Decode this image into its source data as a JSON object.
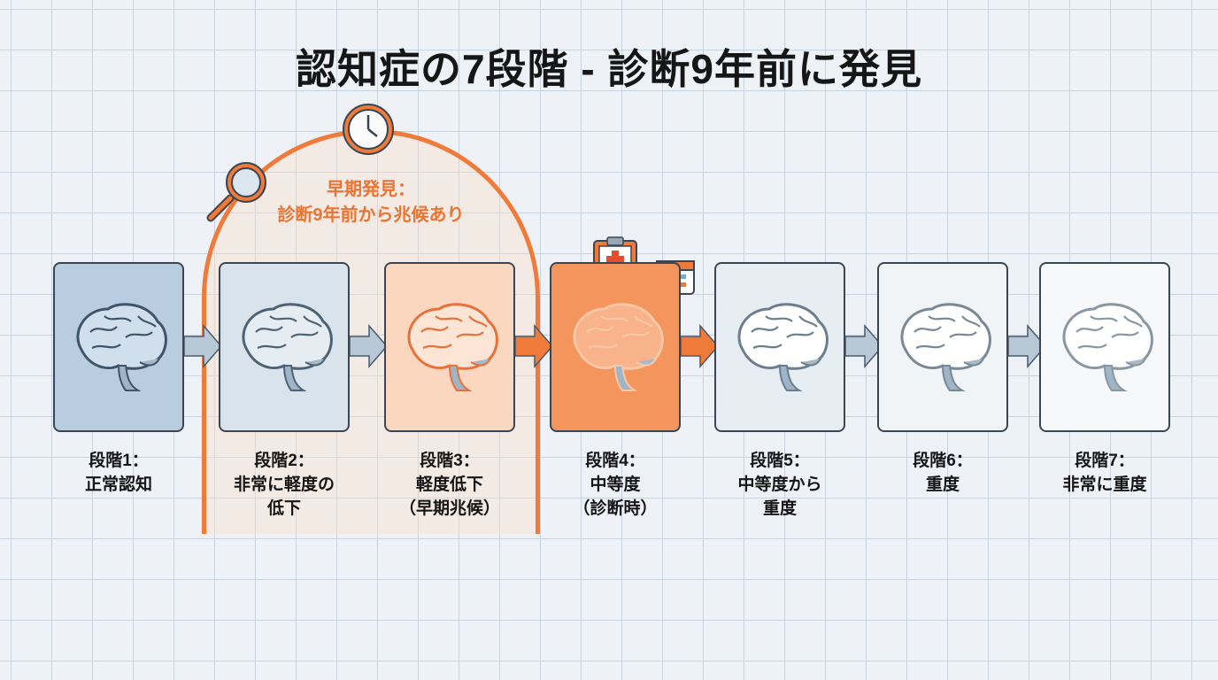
{
  "title": "認知症の7段階 - 診断9年前に発見",
  "early_detection": {
    "line1": "早期発見：",
    "line2": "診断9年前から兆候あり"
  },
  "stages": [
    {
      "name": "段階1：",
      "desc": [
        "正常認知"
      ],
      "fill": "#b9cde0",
      "brain": "#3e5468"
    },
    {
      "name": "段階2：",
      "desc": [
        "非常に軽度の",
        "低下"
      ],
      "fill": "#d9e3ec",
      "brain": "#4d6275"
    },
    {
      "name": "段階3：",
      "desc": [
        "軽度低下",
        "（早期兆候）"
      ],
      "fill": "#fbd7bf",
      "brain": "#e8703a"
    },
    {
      "name": "段階4：",
      "desc": [
        "中等度",
        "（診断時）"
      ],
      "fill": "#f5955e",
      "brain": "#f8c7a6"
    },
    {
      "name": "段階5：",
      "desc": [
        "中等度から",
        "重度"
      ],
      "fill": "#e6edf3",
      "brain": "#6b7d8e"
    },
    {
      "name": "段階6：",
      "desc": [
        "重度"
      ],
      "fill": "#f0f4f7",
      "brain": "#7a8896"
    },
    {
      "name": "段階7：",
      "desc": [
        "非常に重度"
      ],
      "fill": "#f6f8fa",
      "brain": "#8a96a2"
    }
  ],
  "colors": {
    "accent": "#f07a3a",
    "arrow": "#b9c8d6"
  }
}
